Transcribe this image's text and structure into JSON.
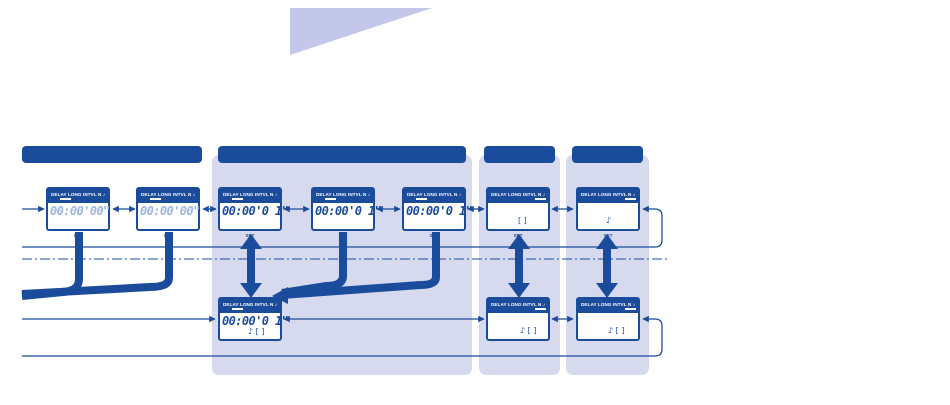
{
  "colors": {
    "panel": "#d7daef",
    "header_bar": "#1b4c9c",
    "line": "#1b4c9c",
    "top_shape": "#c3c7e9",
    "dim_digit": "#9cb6de"
  },
  "icons": {
    "note": "musical-note-icon",
    "arrow": "double-headed-arrow-icon"
  },
  "lcd": {
    "header": "DELAY LONG INTVL  N   ♪",
    "set_label": "SET"
  },
  "displays": {
    "d1": {
      "time": "00:00'00\"",
      "sub": ""
    },
    "d2": {
      "time": "00:00'00\"",
      "sub": ""
    },
    "d3": {
      "time": "00:00'0 1\"",
      "sub": ""
    },
    "d4": {
      "time": "00:00'0 1\"",
      "sub": ""
    },
    "d5": {
      "time": "00:00'0 1\"",
      "sub": ""
    },
    "d6": {
      "time": "",
      "sub": "[      ]"
    },
    "d7": {
      "time": "",
      "sub": "♪"
    },
    "d8": {
      "time": "00:00'0 1\"",
      "sub": "♪ [      ]"
    },
    "d9": {
      "time": "",
      "sub": "♪ [      ]"
    },
    "d10": {
      "time": "",
      "sub": "♪ [      ]"
    }
  }
}
